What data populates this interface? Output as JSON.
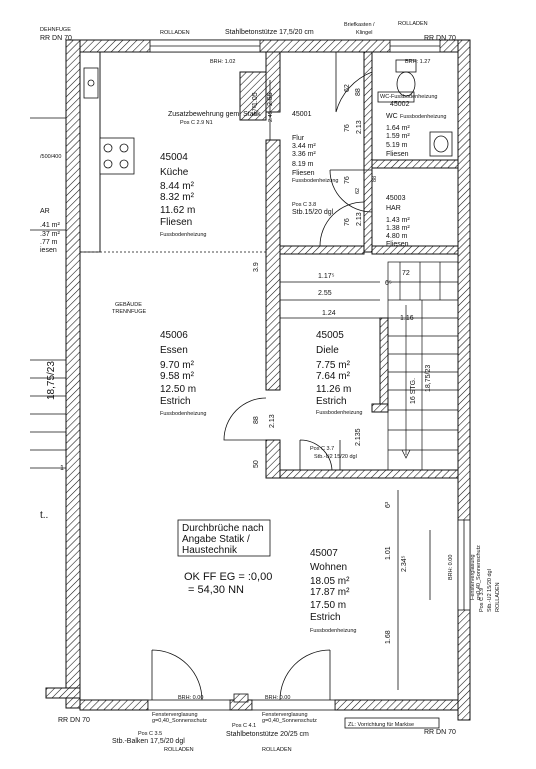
{
  "top": {
    "dehnfuge": "DEHNFUGE",
    "rr_left": "RR DN 70",
    "rolladen_left": "ROLLADEN",
    "stuetze": "Stahlbetonstütze 17,5/20 cm",
    "briefkasten": "Briefkasten /",
    "klingel": "Klingel",
    "rolladen_right": "ROLLADEN",
    "rr_right": "RR DN 70",
    "brh_left": "BRH: 1.02",
    "brh_right": "BRH: 1.27"
  },
  "rooms": {
    "kueche": {
      "id": "45004",
      "name": "Küche",
      "m1": "8.44 m²",
      "m2": "8.32 m²",
      "perim": "11.62 m",
      "floor": "Fliesen",
      "heat": "Fussbodenheizung"
    },
    "flur": {
      "id": "45001",
      "name": "Flur",
      "m1": "3.44 m²",
      "m2": "3.36 m²",
      "perim": "8.19 m",
      "floor": "Fliesen",
      "heat": "Fussbodenheizung"
    },
    "wc": {
      "id": "45002",
      "name": "WC",
      "heat_inline": "Fussbodenheizung",
      "m1": "1.64 m²",
      "m2": "1.59 m²",
      "perim": "5.19 m",
      "floor": "Fliesen",
      "tag": "WC-Fussbodenheizung"
    },
    "har": {
      "id": "45003",
      "name": "HAR",
      "m1": "1.43 m²",
      "m2": "1.38 m²",
      "perim": "4.80 m",
      "floor": "Fliesen"
    },
    "essen": {
      "id": "45006",
      "name": "Essen",
      "m1": "9.70 m²",
      "m2": "9.58 m²",
      "perim": "12.50 m",
      "floor": "Estrich",
      "heat": "Fussbodenheizung"
    },
    "diele": {
      "id": "45005",
      "name": "Diele",
      "m1": "7.75 m²",
      "m2": "7.64 m²",
      "perim": "11.26 m",
      "floor": "Estrich",
      "heat": "Fussbodenheizung"
    },
    "wohnen": {
      "id": "45007",
      "name": "Wohnen",
      "m1": "18.05 m²",
      "m2": "17.87 m²",
      "perim": "17.50 m",
      "floor": "Estrich",
      "heat": "Fussbodenheizung"
    }
  },
  "notes": {
    "zusatz1": "Zusatzbewehrung gem. Statik",
    "zusatz2": "Pos C 2.9 N1",
    "pos38a": "Pos C 3.8",
    "pos38b": "Stb.15/20 dgl",
    "gebaeude1": "GEBÄUDE",
    "gebaeude2": "TRENNFUGE",
    "pos37a": "Pos C 3.7",
    "pos37b": "Stb.-U2 15/20 dgl",
    "durch1": "Durchbrüche nach",
    "durch2": "Angabe Statik /",
    "durch3": "Haustechnik",
    "okff": "OK FF EG = :0,00",
    "nn": "= 54,30 NN",
    "pos39": "Pos C 3.9",
    "stb39": "Stb.-U2 15/20 dgl",
    "rolladen_side": "ROLLADEN",
    "fenster_right": "Fensterverglasung",
    "sonnen_right": "g=0,40_Sonnenschutz",
    "brh_side": "BRH: 0.00",
    "left_frag1": "AR",
    "left_frag2": ".41 m²",
    "left_frag3": ".37 m²",
    "left_frag4": ".77 m",
    "left_frag5": "iesen",
    "left_frag6": "/500/400",
    "left_frag7": "18,75/23",
    "left_frag8": "1",
    "left_frag9": "t.."
  },
  "dims": {
    "d255": "2.55",
    "d105": "1.05",
    "d245": "2.45",
    "d376": "3.76",
    "d390": "3.9",
    "d88": "88",
    "d213": "2.13",
    "d50": "50",
    "d117": "1.17⁵",
    "d255b": "2.55",
    "d124": "1.24",
    "d65": "6⁵",
    "d62": "62",
    "d88b": "88",
    "d76a": "76",
    "d213b": "2.13",
    "d76b": "76",
    "d76c": "76",
    "d213c": "2.13",
    "d62b": "62",
    "d88c": "88",
    "d2135": "2.135",
    "d116": "1.16",
    "d72": "72",
    "d63": "6³",
    "d101": "1.01",
    "d2345": "2.34⁵",
    "d168": "1.68",
    "stg": "16 STG.",
    "stg2": "18,75/23"
  },
  "bottom": {
    "brh_left": "BRH: 0.00",
    "brh_mid": "BRH: 0.00",
    "fenster1": "Fensterverglasung",
    "sonnen1": "g=0,40_Sonnenschutz",
    "fenster2": "Fensterverglasung",
    "sonnen2": "g=0,40_Sonnenschutz",
    "pos35": "Pos C 3.5",
    "stb35": "Stb.-Balken 17,5/20 dgl",
    "pos41": "Pos C 4.1",
    "stb41": "Stahlbetonstütze 20/25 cm",
    "rolladen1": "ROLLADEN",
    "rolladen2": "ROLLADEN",
    "zl": "ZL: Vorrichtung für Markise",
    "rr_left": "RR DN 70",
    "rr_right": "RR DN 70"
  }
}
